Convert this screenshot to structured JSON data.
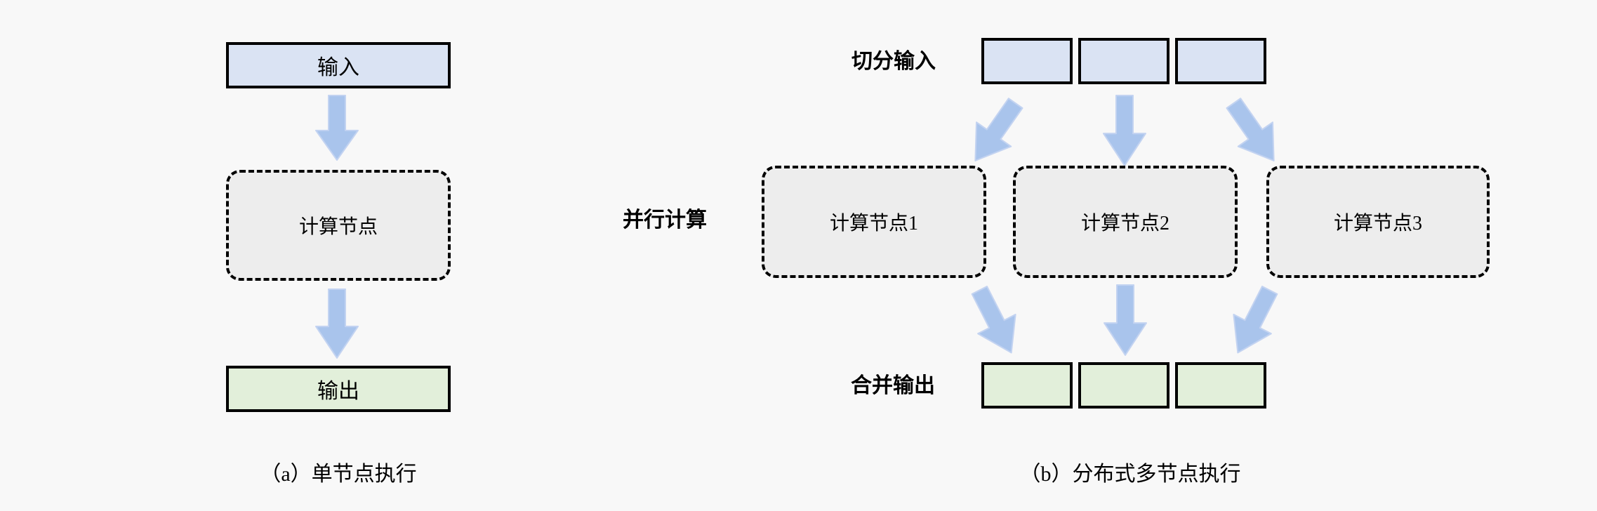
{
  "colors": {
    "background": "#f8f8f8",
    "input_fill": "#dae3f3",
    "output_fill": "#e2efda",
    "node_fill": "#ededed",
    "box_border": "#000000",
    "arrow_fill": "#a9c4ec",
    "arrow_edge": "#c3d3f1",
    "text": "#000000"
  },
  "icons": {
    "arrow": "block-arrow-down-icon"
  },
  "panel_a": {
    "caption": "（a）单节点执行",
    "input_label": "输入",
    "node_label": "计算节点",
    "output_label": "输出"
  },
  "panel_b": {
    "caption": "（b）分布式多节点执行",
    "split_input_label": "切分输入",
    "parallel_compute_label": "并行计算",
    "merge_output_label": "合并输出",
    "input_chunks": 3,
    "output_chunks": 3,
    "nodes": [
      {
        "label": "计算节点1"
      },
      {
        "label": "计算节点2"
      },
      {
        "label": "计算节点3"
      }
    ]
  }
}
